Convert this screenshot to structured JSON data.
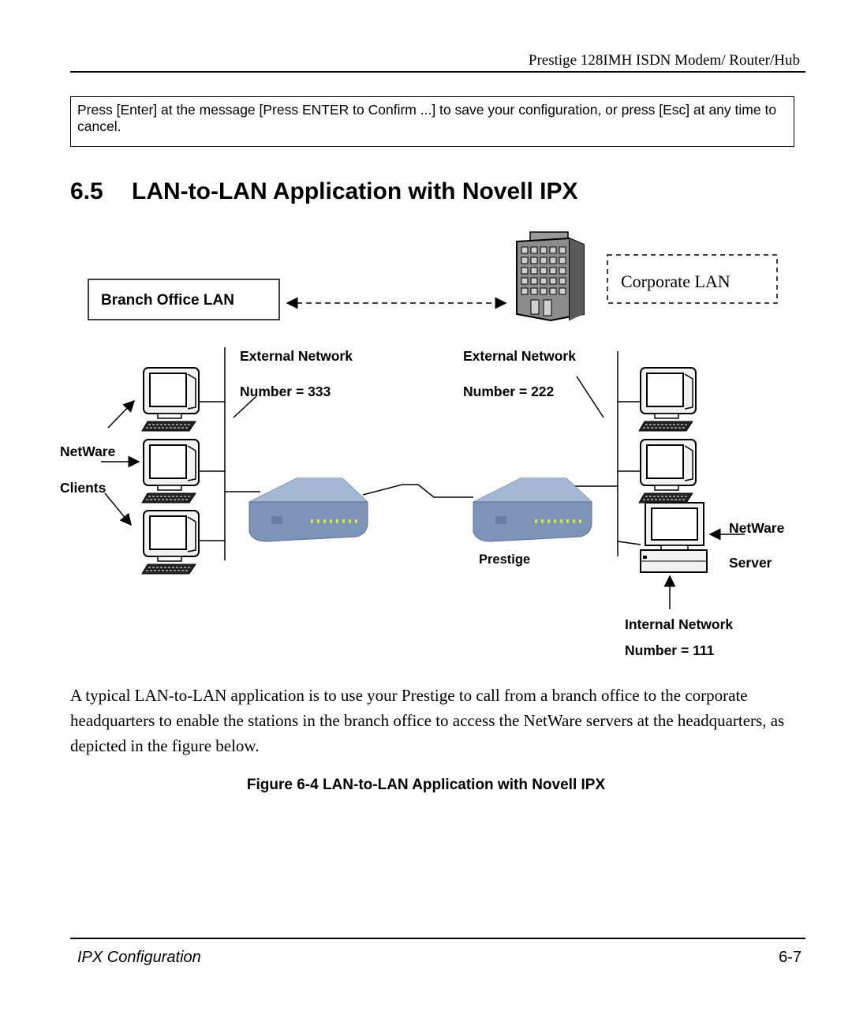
{
  "header": {
    "running_title": "Prestige 128IMH ISDN Modem/ Router/Hub"
  },
  "note": {
    "text": "Press [Enter] at the message [Press ENTER to Confirm ...] to save your configuration, or press [Esc] at any time to cancel."
  },
  "section": {
    "number": "6.5",
    "title": "LAN-to-LAN Application with Novell IPX"
  },
  "diagram": {
    "branch_lan_label": "Branch Office LAN",
    "corporate_lan_label": "Corporate LAN",
    "ext_net_left_line1": "External Network",
    "ext_net_left_line2": "Number = 333",
    "ext_net_right_line1": "External Network",
    "ext_net_right_line2": "Number = 222",
    "clients_line1": "NetWare",
    "clients_line2": "Clients",
    "server_line1": "NetWare",
    "server_line2": "Server",
    "prestige_label": "Prestige",
    "internal_net_line1": "Internal Network",
    "internal_net_line2": "Number = 111",
    "colors": {
      "router_body": "#7e93b8",
      "router_top": "#a3b6d4",
      "router_leds": "#d9e23a",
      "building": "#7a7a7a"
    }
  },
  "body": {
    "paragraph": "A typical LAN-to-LAN application is to use your Prestige to call from a branch office to the corporate headquarters to enable the stations in the branch office to access the NetWare servers at the headquarters, as depicted in the figure below."
  },
  "figure": {
    "caption": "Figure 6-4 LAN-to-LAN Application with Novell IPX"
  },
  "footer": {
    "chapter": "IPX Configuration",
    "page": "6-7"
  }
}
